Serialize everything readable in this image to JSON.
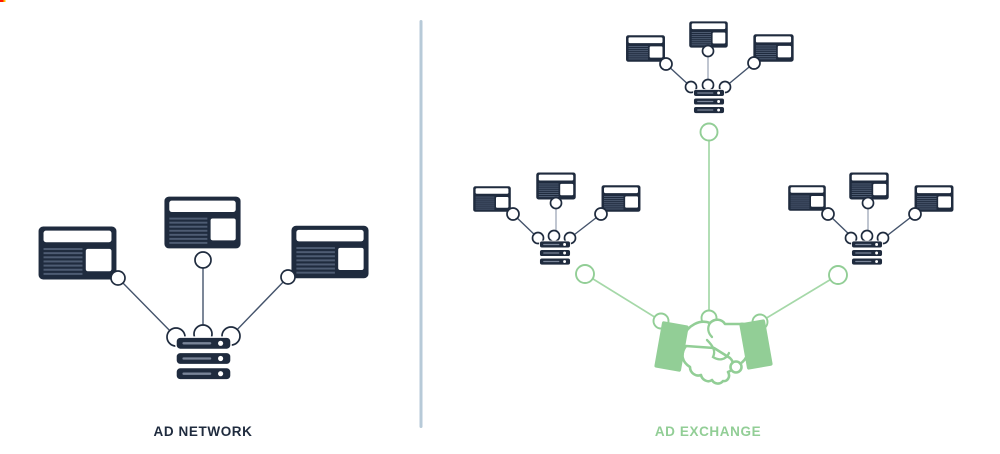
{
  "left_panel": {
    "label": "AD NETWORK",
    "icons": [
      "webpage-ad-icon",
      "webpage-ad-icon",
      "webpage-ad-icon",
      "ad-server-icon"
    ]
  },
  "right_panel": {
    "label": "AD EXCHANGE",
    "clusters": 3,
    "icons_per_cluster": [
      "webpage-ad-icon",
      "webpage-ad-icon",
      "webpage-ad-icon",
      "ad-server-icon"
    ],
    "hub_icon": "handshake-icon"
  },
  "colors": {
    "ink": "#1f2b3e",
    "icon_line": "#4e5c73",
    "server_line": "#7a8599",
    "link": "#44536b",
    "link_light": "#a6aebd",
    "green": "#92ce96",
    "green_line": "#a5d8a8",
    "divider": "#b7cad8",
    "artifact_red": "#ff1a00",
    "artifact_yellow": "#ffc400"
  }
}
